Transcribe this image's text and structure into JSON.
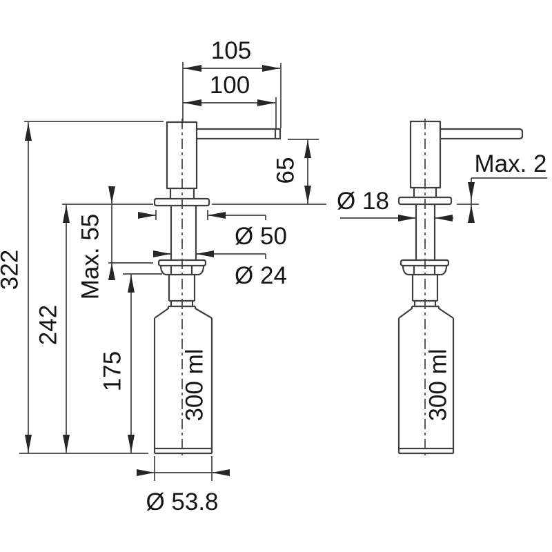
{
  "colors": {
    "background": "#ffffff",
    "line": "#3f3f3f",
    "arrow": "#262626",
    "text": "#151515"
  },
  "drawing": {
    "kind": "technical-dimension-diagram",
    "subject": "soap dispenser, two side views with dimensions (mm)",
    "views": {
      "left": {
        "dimensions": {
          "reach_overall": "105",
          "reach_to_spout_end": "100",
          "spout_height_above_counter": "65",
          "overall_height": "322",
          "height_below_spout": "242",
          "counter_thickness_max": "Max. 55",
          "depth_below_counter": "175",
          "flange_diameter": "Ø 50",
          "shaft_diameter": "Ø 24",
          "bottle_diameter": "Ø 53.8",
          "capacity": "300 ml"
        }
      },
      "right": {
        "dimensions": {
          "hole_diameter": "Ø 18",
          "flange_height_max": "Max. 2",
          "capacity": "300 ml"
        }
      }
    }
  }
}
